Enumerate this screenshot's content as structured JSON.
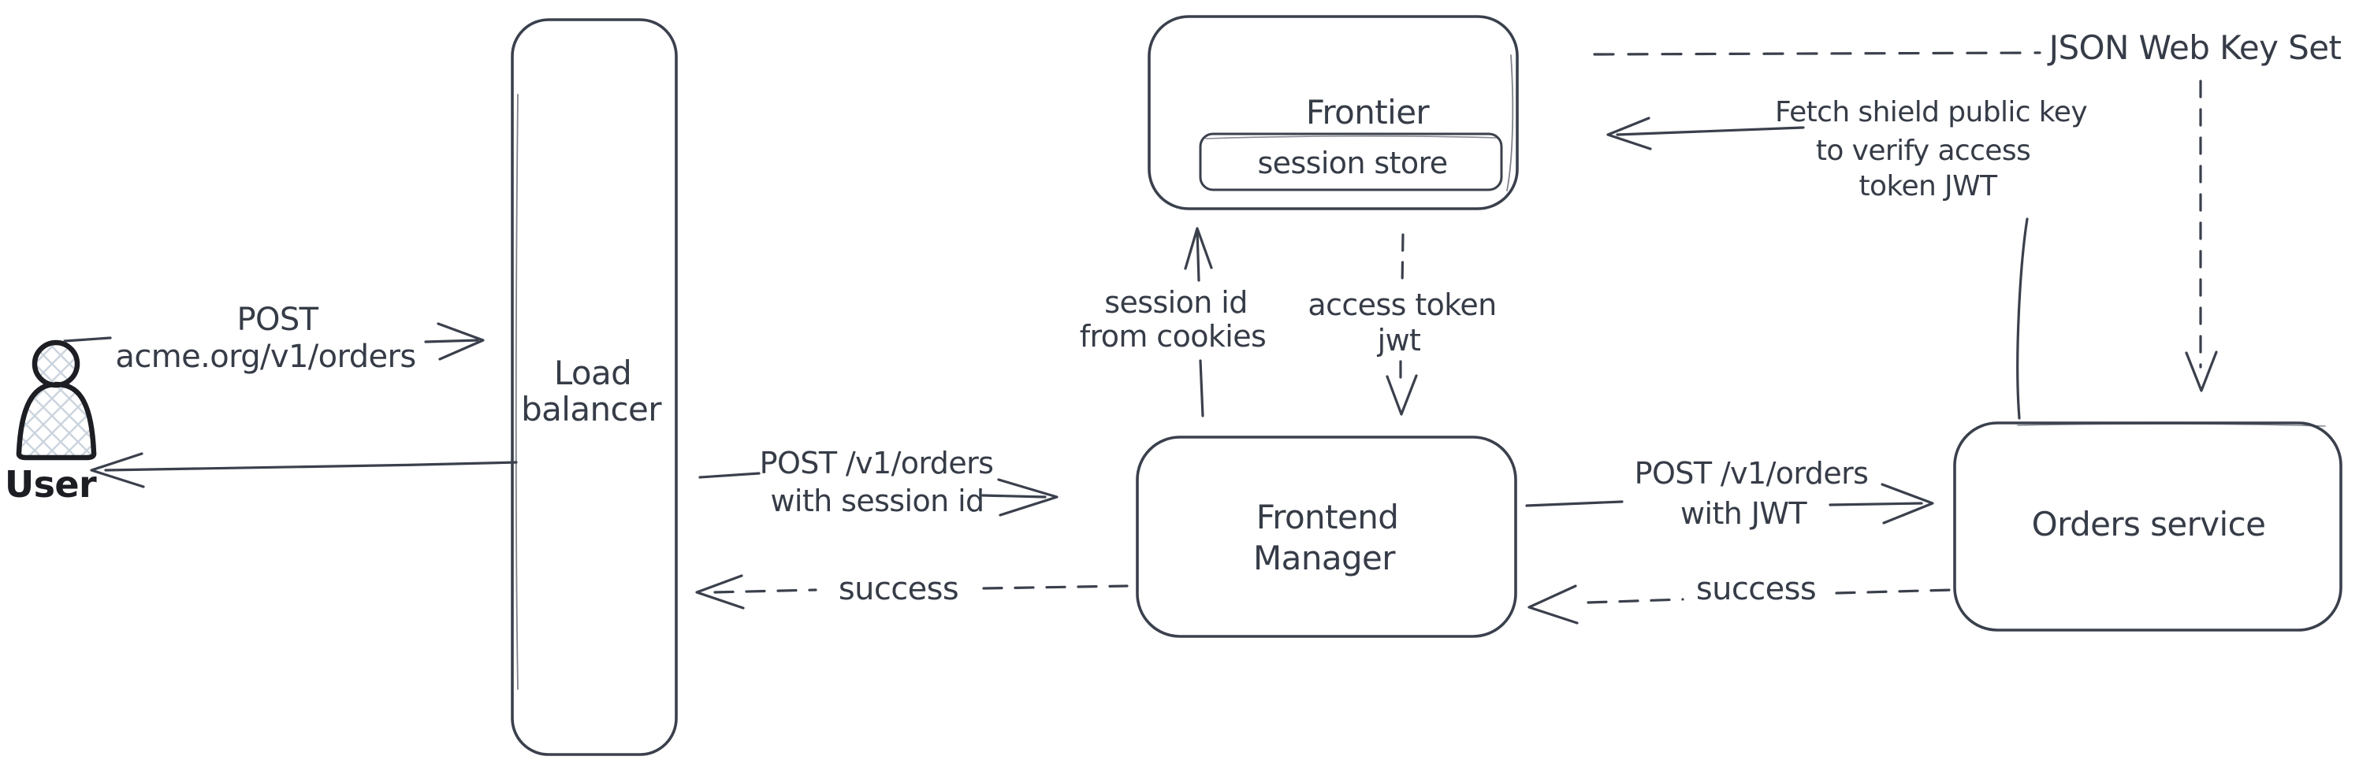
{
  "colors": {
    "ink": "#3a404c",
    "text": "#363c47",
    "user_ink": "#1c1e24",
    "hatch_fill": "#cbd4de",
    "background": "#ffffff"
  },
  "nodes": {
    "user": {
      "label": "User"
    },
    "load_balancer": {
      "lines": [
        "Load",
        "balancer"
      ]
    },
    "frontier": {
      "label": "Frontier"
    },
    "session_store": {
      "label": "session store"
    },
    "frontend_manager": {
      "lines": [
        "Frontend",
        "Manager"
      ]
    },
    "orders_service": {
      "label": "Orders service"
    }
  },
  "edges": {
    "user_to_load_balancer": {
      "style": "solid",
      "lines": [
        "POST",
        "acme.org/v1/orders"
      ]
    },
    "load_balancer_to_user": {
      "style": "solid"
    },
    "load_balancer_to_frontend_manager": {
      "style": "solid",
      "lines": [
        "POST /v1/orders",
        "with session id"
      ]
    },
    "frontend_manager_to_load_balancer": {
      "style": "dashed",
      "label": "success"
    },
    "frontend_manager_to_frontier": {
      "style": "solid",
      "lines": [
        "session id",
        "from cookies"
      ]
    },
    "frontier_to_frontend_manager": {
      "style": "dashed",
      "lines": [
        "access token",
        "jwt"
      ]
    },
    "frontend_manager_to_orders_service": {
      "style": "solid",
      "lines": [
        "POST /v1/orders",
        "with JWT"
      ]
    },
    "orders_service_to_frontend_manager": {
      "style": "dashed",
      "label": "success"
    },
    "orders_service_to_frontier": {
      "style": "solid",
      "lines": [
        "Fetch shield public key",
        "to verify access",
        "token JWT"
      ]
    },
    "frontier_to_jwks": {
      "style": "dashed",
      "label": "JSON Web Key Set"
    }
  }
}
